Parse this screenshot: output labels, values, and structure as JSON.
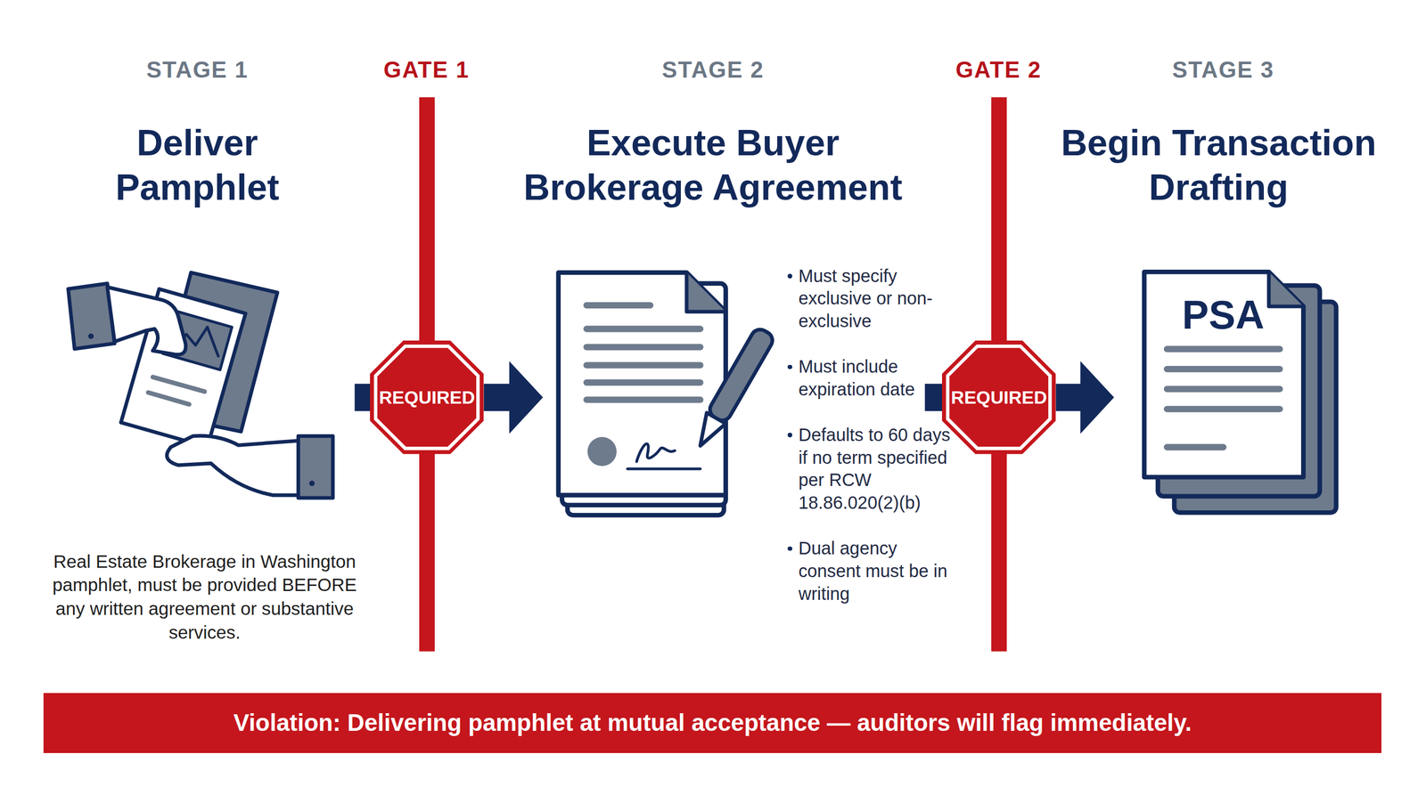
{
  "diagram": {
    "nodes": [
      {
        "text": [
          "STAGE 1",
          "Deliver Pamphlet",
          "Real Estate Brokerage in Washington pamphlet, must be provided BEFORE any written agreement or substantive services."
        ]
      },
      {
        "text": [
          "REQUIRED"
        ]
      },
      {
        "text": [
          "STAGE 2",
          "Execute Buyer Brokerage Agreement",
          "Must specify exclusive or non-exclusive",
          "Must include expiration date",
          "Defaults to 60 days if no term specified per RCW 18.86.020(2)(b)",
          "Dual agency consent must be in writing"
        ]
      },
      {
        "text": [
          "REQUIRED"
        ]
      },
      {
        "text": [
          "STAGE 3",
          "Begin Transaction Drafting"
        ]
      },
      {
        "text": [
          "PSA"
        ],
        "in": 4
      },
      {
        "text": [
          "Violation: Delivering pamphlet at mutual acceptance — auditors will flag immediately."
        ]
      }
    ],
    "edges": [
      {
        "from": 0,
        "to": 1,
        "arrow": "none"
      },
      {
        "from": 1,
        "to": 2,
        "arrow": "to"
      },
      {
        "from": 2,
        "to": 3,
        "arrow": "none"
      },
      {
        "from": 3,
        "to": 4,
        "arrow": "to"
      }
    ],
    "labels": [
      "GATE 1",
      "GATE 2"
    ]
  }
}
